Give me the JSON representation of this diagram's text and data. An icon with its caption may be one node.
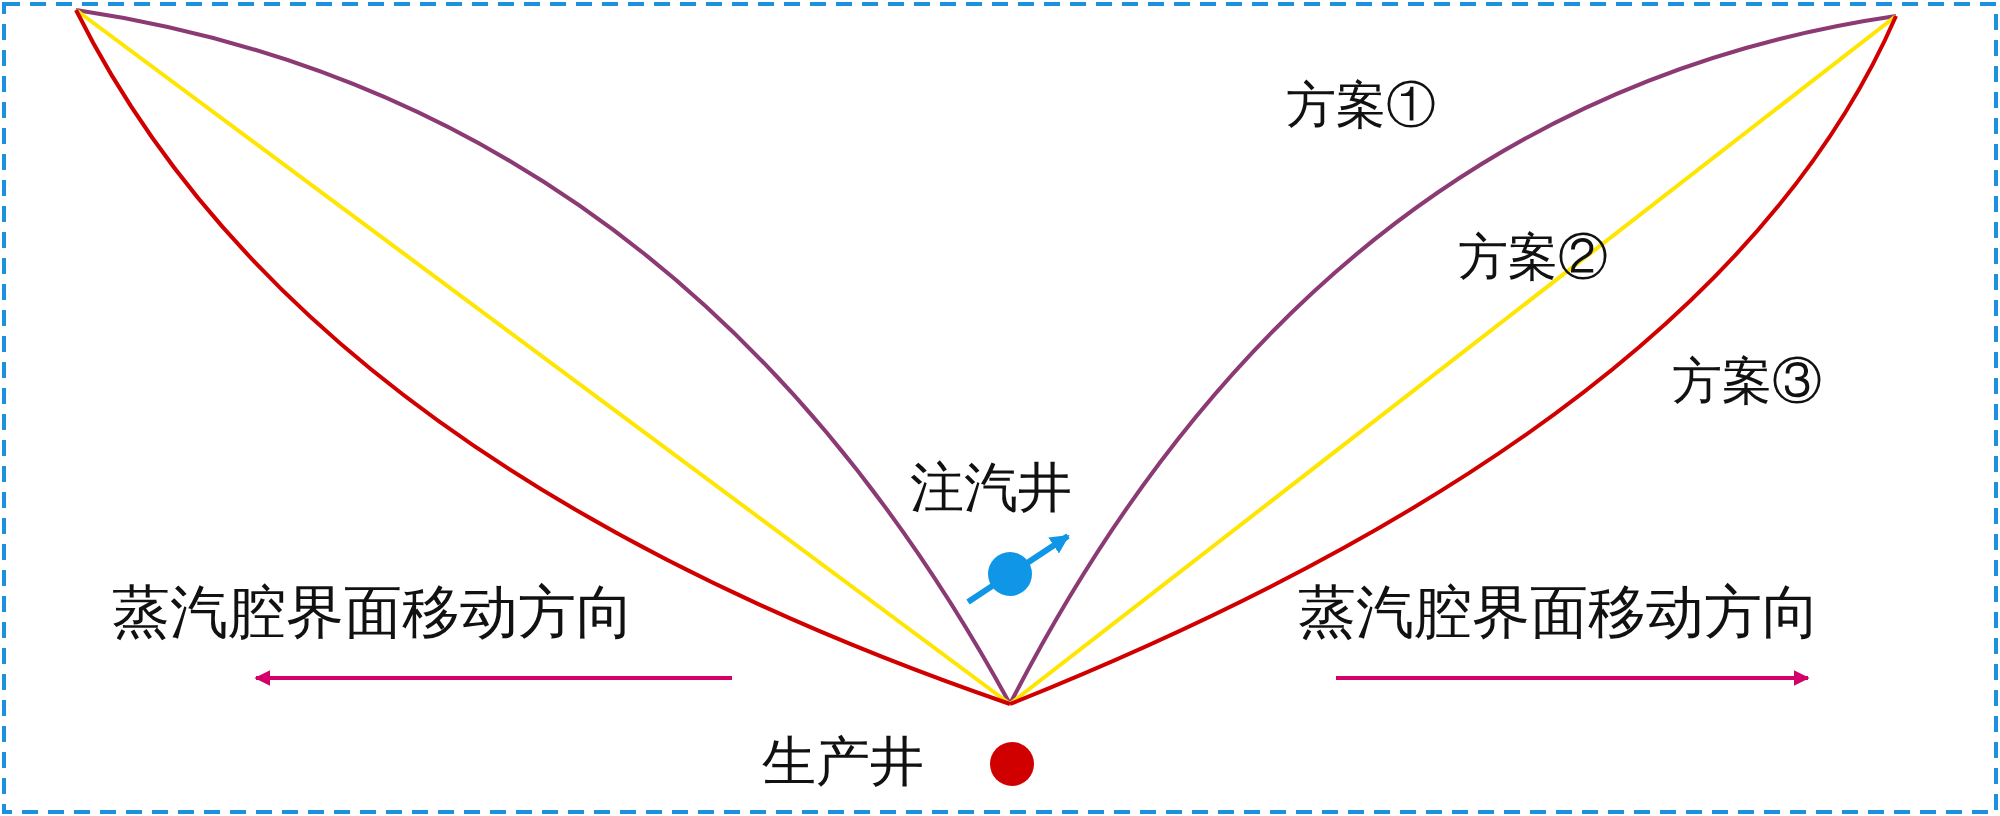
{
  "diagram": {
    "labels": [
      "方案①",
      "方案②",
      "方案③",
      "注汽井",
      "蒸汽腔界面移动方向",
      "蒸汽腔界面移动方向",
      "生产井"
    ]
  }
}
